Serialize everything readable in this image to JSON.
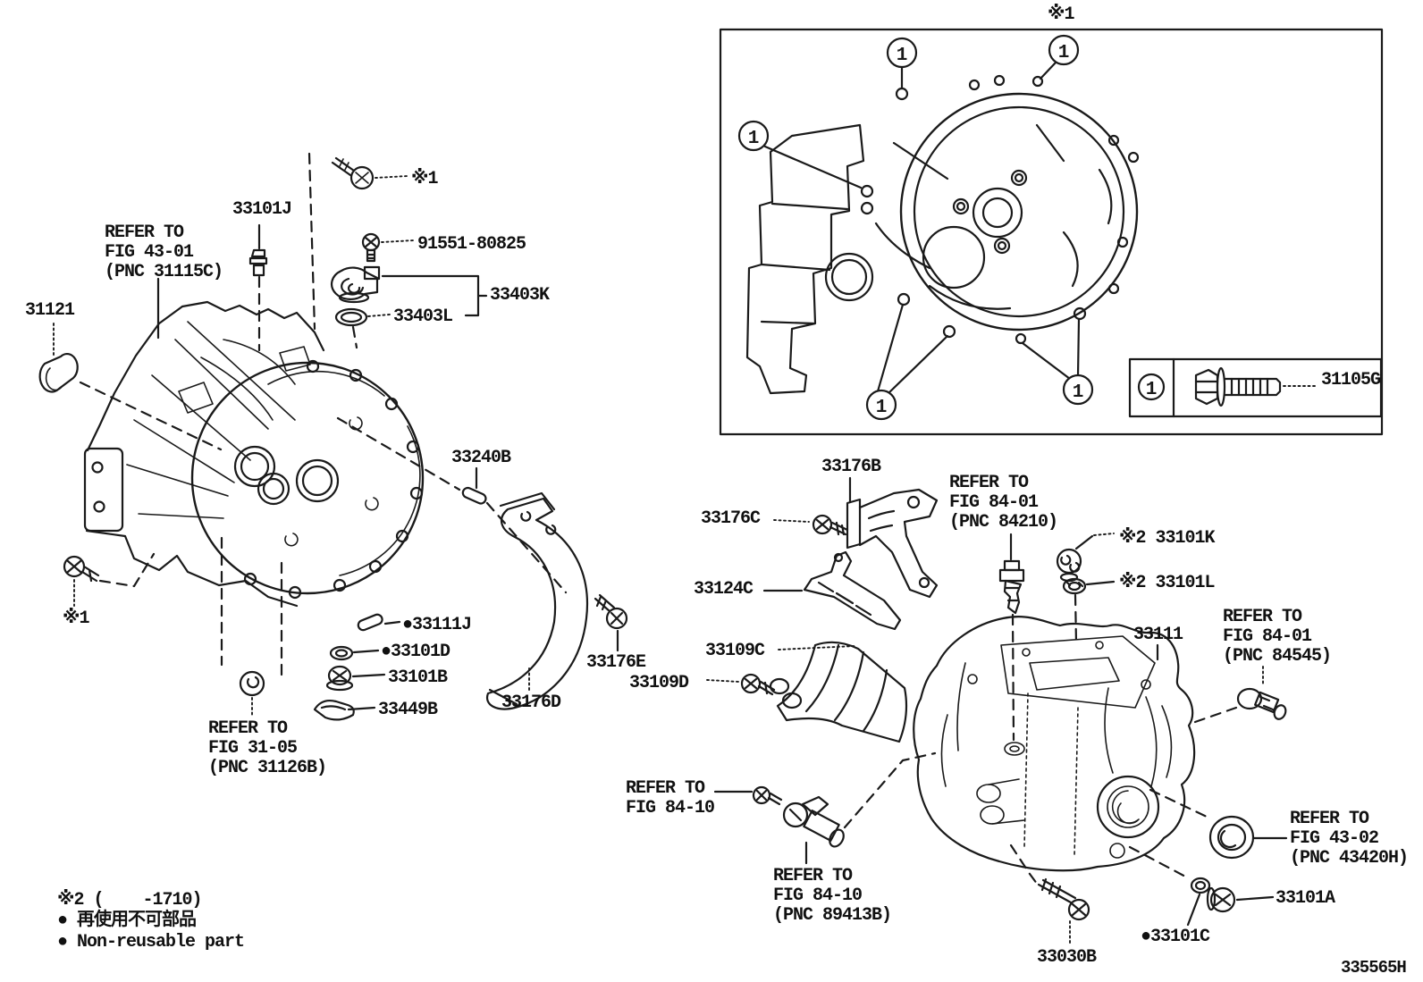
{
  "page": {
    "background": "#ffffff",
    "ink": "#1a1a1a",
    "diagram_code": "335565H"
  },
  "inset": {
    "marker": "※1",
    "callout_number": "1",
    "legend_part": "31105G"
  },
  "labels": [
    {
      "text": "31121"
    },
    {
      "text": "REFER TO\nFIG 43-01\n(PNC 31115C)"
    },
    {
      "text": "33101J"
    },
    {
      "text": "※1"
    },
    {
      "text": "91551-80825"
    },
    {
      "text": "33403K"
    },
    {
      "text": "33403L"
    },
    {
      "text": "33240B"
    },
    {
      "text": "※1"
    },
    {
      "text": "●33111J"
    },
    {
      "text": "●33101D"
    },
    {
      "text": "33101B"
    },
    {
      "text": "33449B"
    },
    {
      "text": "REFER TO\nFIG 31-05\n(PNC 31126B)"
    },
    {
      "text": "33176D"
    },
    {
      "text": "33176E"
    },
    {
      "text": "33109D"
    },
    {
      "text": "33109C"
    },
    {
      "text": "33124C"
    },
    {
      "text": "33176C"
    },
    {
      "text": "33176B"
    },
    {
      "text": "REFER TO\nFIG 84-01\n(PNC 84210)"
    },
    {
      "text": "※2 33101K"
    },
    {
      "text": "※2 33101L"
    },
    {
      "text": "33111"
    },
    {
      "text": "REFER TO\nFIG 84-01\n(PNC 84545)"
    },
    {
      "text": "REFER TO\nFIG 84-10"
    },
    {
      "text": "REFER TO\nFIG 84-10\n(PNC 89413B)"
    },
    {
      "text": "REFER TO\nFIG 43-02\n(PNC 43420H)"
    },
    {
      "text": "33101A"
    },
    {
      "text": "●33101C"
    },
    {
      "text": "33030B"
    },
    {
      "text": "335565H"
    },
    {
      "text": "※1"
    },
    {
      "text": "31105G"
    },
    {
      "text": "※2 (    -1710)"
    },
    {
      "text": "● 再使用不可部品"
    },
    {
      "text": "● Non-reusable part"
    }
  ]
}
